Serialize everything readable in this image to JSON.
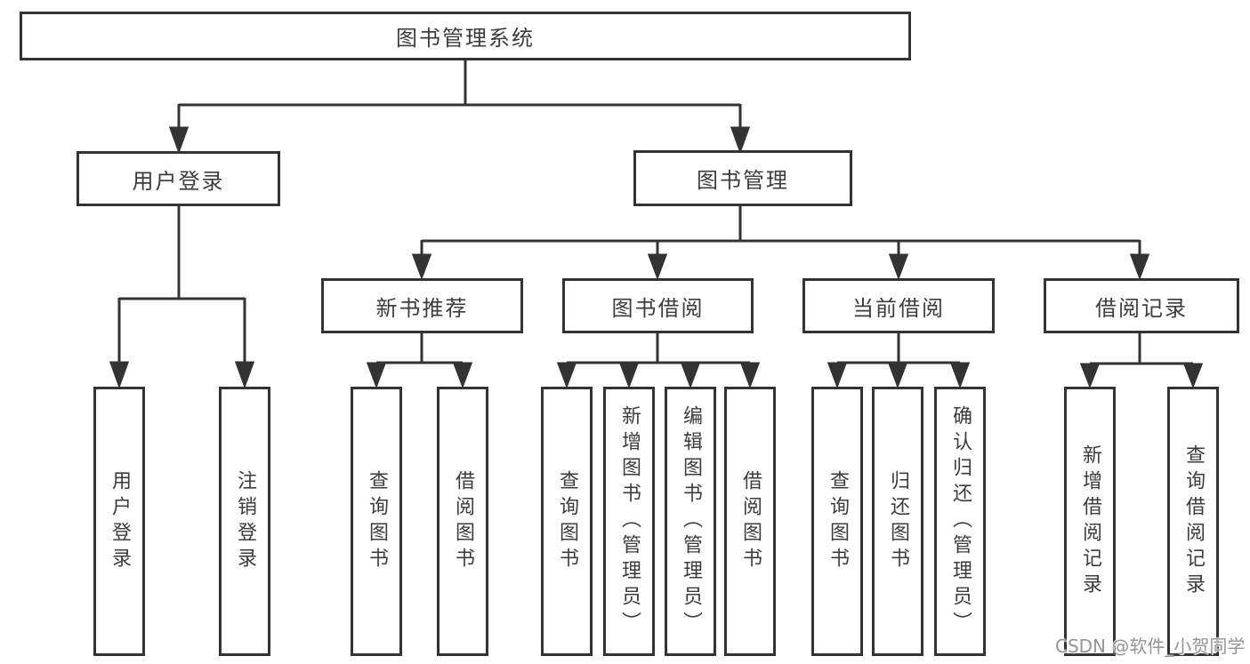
{
  "colors": {
    "background": "#ffffff",
    "line": "#333333",
    "box_border": "#333333",
    "box_fill": "#ffffff",
    "text": "#3c3c3c",
    "watermark": "#949494"
  },
  "tree": {
    "root": {
      "label": "图书管理系统"
    },
    "level2": [
      {
        "label": "用户登录"
      },
      {
        "label": "图书管理"
      }
    ],
    "level3": [
      {
        "label": "新书推荐",
        "parent": "图书管理"
      },
      {
        "label": "图书借阅",
        "parent": "图书管理"
      },
      {
        "label": "当前借阅",
        "parent": "图书管理"
      },
      {
        "label": "借阅记录",
        "parent": "图书管理"
      }
    ],
    "leaves": [
      {
        "label": "用户登录",
        "parent": "用户登录"
      },
      {
        "label": "注销登录",
        "parent": "用户登录"
      },
      {
        "label": "查询图书",
        "parent": "新书推荐"
      },
      {
        "label": "借阅图书",
        "parent": "新书推荐"
      },
      {
        "label": "查询图书",
        "parent": "图书借阅"
      },
      {
        "label": "新增图书（管理员）",
        "parent": "图书借阅"
      },
      {
        "label": "编辑图书（管理员）",
        "parent": "图书借阅"
      },
      {
        "label": "借阅图书",
        "parent": "图书借阅"
      },
      {
        "label": "查询图书",
        "parent": "当前借阅"
      },
      {
        "label": "归还图书",
        "parent": "当前借阅"
      },
      {
        "label": "确认归还（管理员）",
        "parent": "当前借阅"
      },
      {
        "label": "新增借阅记录",
        "parent": "借阅记录"
      },
      {
        "label": "查询借阅记录",
        "parent": "借阅记录"
      }
    ]
  },
  "watermark": {
    "text": "CSDN @软件_小贺同学"
  }
}
